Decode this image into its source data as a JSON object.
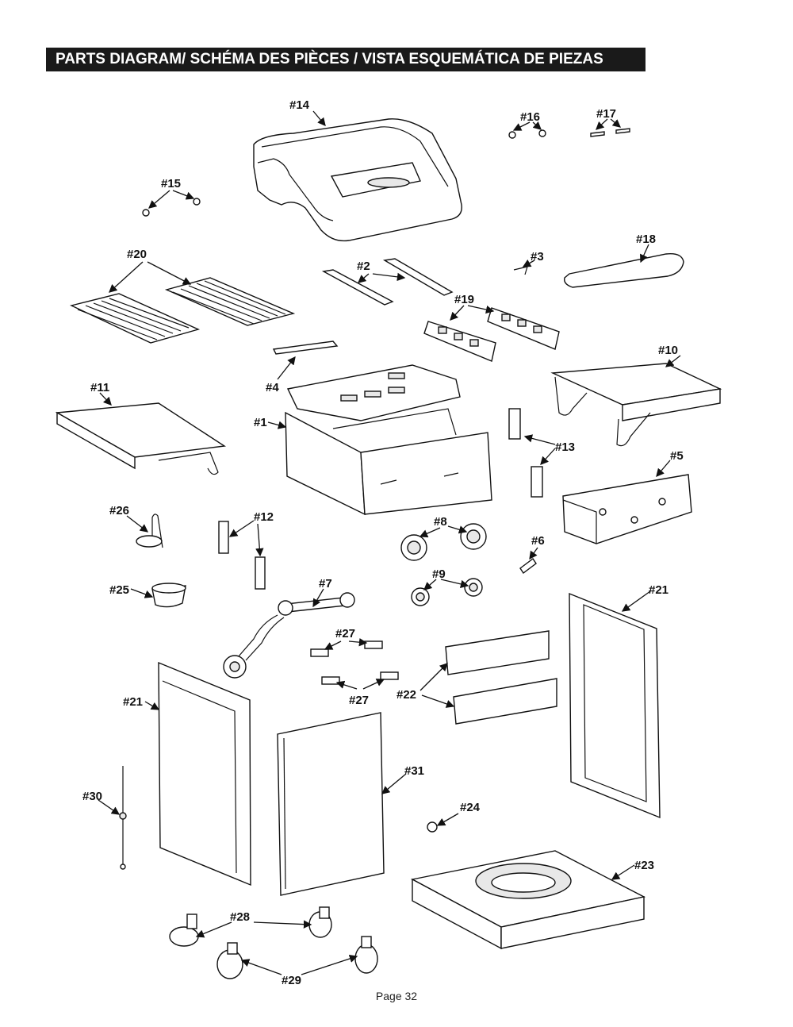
{
  "title": "PARTS DIAGRAM/ SCHÉMA DES PIÈCES / VISTA ESQUEMÁTICA DE PIEZAS",
  "labels": {
    "p1": "#1",
    "p2": "#2",
    "p3": "#3",
    "p4": "#4",
    "p5": "#5",
    "p6": "#6",
    "p7": "#7",
    "p8": "#8",
    "p9": "#9",
    "p10": "#10",
    "p11": "#11",
    "p12": "#12",
    "p13": "#13",
    "p14": "#14",
    "p15": "#15",
    "p16": "#16",
    "p17": "#17",
    "p18": "#18",
    "p19": "#19",
    "p20": "#20",
    "p21a": "#21",
    "p21b": "#21",
    "p22": "#22",
    "p23": "#23",
    "p24": "#24",
    "p25": "#25",
    "p26": "#26",
    "p27a": "#27",
    "p27b": "#27",
    "p28": "#28",
    "p29": "#29",
    "p30": "#30",
    "p31": "#31"
  },
  "footer": "Page 32"
}
